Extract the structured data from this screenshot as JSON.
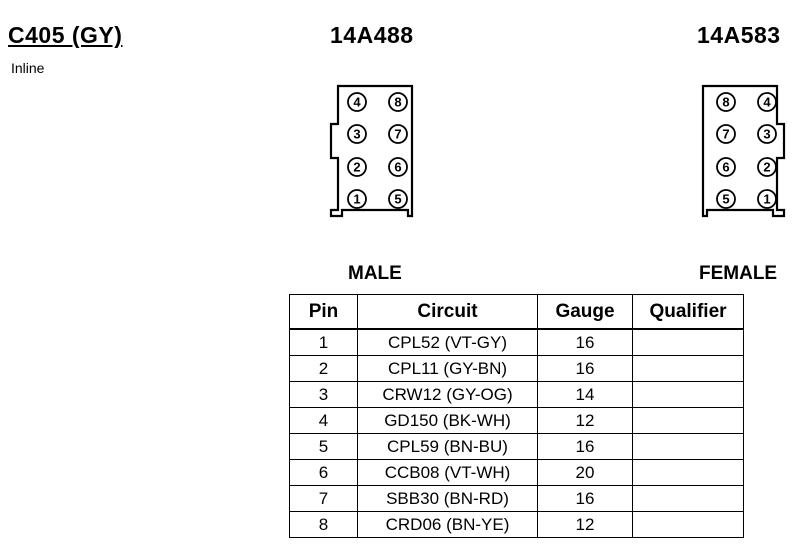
{
  "connector": {
    "title": "C405 (GY)",
    "subtitle": "Inline"
  },
  "male": {
    "part_number": "14A488",
    "label": "MALE",
    "pin_layout": [
      [
        "4",
        "8"
      ],
      [
        "3",
        "7"
      ],
      [
        "2",
        "6"
      ],
      [
        "1",
        "5"
      ]
    ]
  },
  "female": {
    "part_number": "14A583",
    "label": "FEMALE",
    "pin_layout": [
      [
        "8",
        "4"
      ],
      [
        "7",
        "3"
      ],
      [
        "6",
        "2"
      ],
      [
        "5",
        "1"
      ]
    ]
  },
  "table": {
    "headers": [
      "Pin",
      "Circuit",
      "Gauge",
      "Qualifier"
    ],
    "rows": [
      [
        "1",
        "CPL52 (VT-GY)",
        "16",
        ""
      ],
      [
        "2",
        "CPL11 (GY-BN)",
        "16",
        ""
      ],
      [
        "3",
        "CRW12 (GY-OG)",
        "14",
        ""
      ],
      [
        "4",
        "GD150 (BK-WH)",
        "12",
        ""
      ],
      [
        "5",
        "CPL59 (BN-BU)",
        "16",
        ""
      ],
      [
        "6",
        "CCB08 (VT-WH)",
        "20",
        ""
      ],
      [
        "7",
        "SBB30 (BN-RD)",
        "16",
        ""
      ],
      [
        "8",
        "CRD06 (BN-YE)",
        "12",
        ""
      ]
    ]
  }
}
